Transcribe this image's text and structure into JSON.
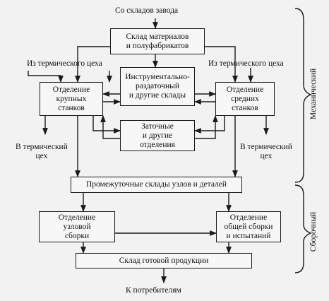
{
  "inputs": {
    "from_factory": "Со складов завода",
    "from_thermal_left": "Из термического цеха",
    "from_thermal_right": "Из термического цеха"
  },
  "outputs": {
    "to_thermal_left": "В термический\nцех",
    "to_thermal_right": "В термический\nцех",
    "to_consumers": "К потребителям"
  },
  "boxes": {
    "materials": "Склад материалов\nи полуфабрикатов",
    "tool": "Инструментально-\nраздаточный\nи другие склады",
    "large_machines": "Отделение\nкрупных\nстанков",
    "medium_machines": "Отделение\nсредних\nстанков",
    "sharpening": "Заточные\nи другие\nотделения",
    "intermediate": "Промежуточные склады узлов и деталей",
    "unit_assembly": "Отделение\nузловой\nсборки",
    "final_assembly": "Отделение\nобщей сборки\nи испытаний",
    "finished": "Склад готовой продукции"
  },
  "groups": {
    "mechanical": "Механический",
    "assembly": "Сборочный"
  }
}
